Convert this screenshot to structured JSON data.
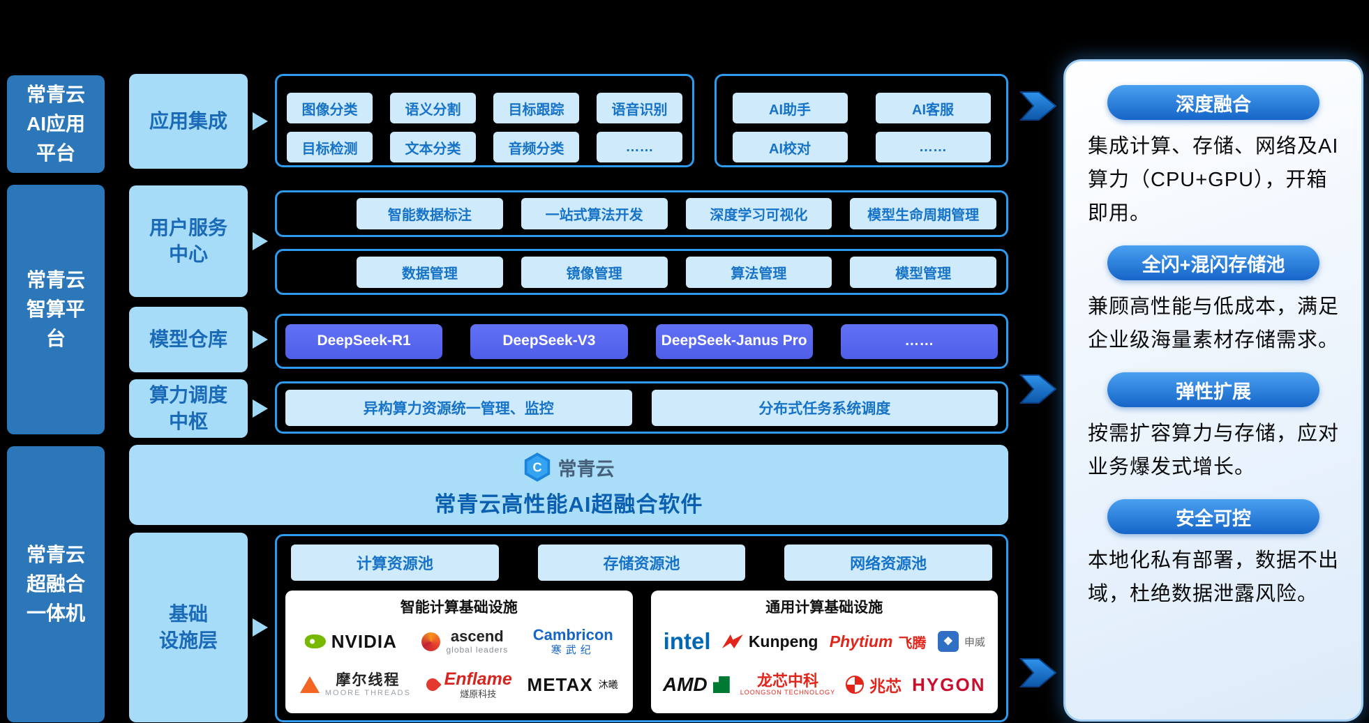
{
  "colors": {
    "background": "#000000",
    "platform_blue": "#2b77ba",
    "layer_light_blue": "#a6dcf8",
    "frame_border_blue": "#2e9bee",
    "chip_bg": "#cfeafb",
    "chip_text": "#1673c8",
    "model_chip_bg": "#5566ee",
    "pill_gradient_blue": "#1565c8",
    "nvidia_green": "#76b900",
    "vendor_red": "#e1251b",
    "intel_blue": "#0068b5"
  },
  "left_column": {
    "items": [
      {
        "label": "常青云\nAI应用\n平台"
      },
      {
        "label": "常青云\n智算平\n台"
      },
      {
        "label": "常青云\n超融合\n一体机"
      }
    ]
  },
  "layers": {
    "app_integration": "应用集成",
    "user_service": "用户服务\n中心",
    "model_repo": "模型仓库",
    "compute_hub": "算力调度\n中枢",
    "infrastructure": "基础\n设施层"
  },
  "app_integration": {
    "left_group": {
      "row1": [
        "图像分类",
        "语义分割",
        "目标跟踪",
        "语音识别"
      ],
      "row2": [
        "目标检测",
        "文本分类",
        "音频分类",
        "……"
      ]
    },
    "right_group": {
      "row1": [
        "AI助手",
        "AI客服"
      ],
      "row2": [
        "AI校对",
        "……"
      ]
    }
  },
  "user_service": {
    "dev_tools": [
      "智能数据标注",
      "一站式算法开发",
      "深度学习可视化",
      "模型生命周期管理"
    ],
    "management": [
      "数据管理",
      "镜像管理",
      "算法管理",
      "模型管理"
    ]
  },
  "model_repo": {
    "models": [
      "DeepSeek-R1",
      "DeepSeek-V3",
      "DeepSeek-Janus Pro",
      "……"
    ]
  },
  "compute_hub": {
    "items": [
      "异构算力资源统一管理、监控",
      "分布式任务系统调度"
    ]
  },
  "software": {
    "brand": "常青云",
    "title": "常青云高性能AI超融合软件"
  },
  "infrastructure": {
    "pools": [
      "计算资源池",
      "存储资源池",
      "网络资源池"
    ],
    "intelligent_title": "智能计算基础设施",
    "general_title": "通用计算基础设施",
    "vendors": {
      "nvidia": {
        "name": "NVIDIA"
      },
      "ascend": {
        "name": "ascend",
        "sub": "global leaders"
      },
      "cambricon": {
        "name": "Cambricon",
        "sub": "寒武纪"
      },
      "moore_threads": {
        "name": "摩尔线程",
        "sub": "MOORE THREADS"
      },
      "enflame": {
        "name": "Enflame",
        "sub": "燧原科技"
      },
      "metax": {
        "name": "METAX",
        "sub": "沐曦"
      },
      "intel": {
        "name": "intel"
      },
      "kunpeng": {
        "name": "Kunpeng"
      },
      "phytium": {
        "name": "Phytium",
        "sub": "飞腾"
      },
      "sunway": {
        "name": "申威"
      },
      "amd": {
        "name": "AMD"
      },
      "loongson": {
        "name": "龙芯中科",
        "sub": "LOONGSON TECHNOLOGY"
      },
      "zhaoxin": {
        "name": "兆芯"
      },
      "hygon": {
        "name": "HYGON"
      }
    }
  },
  "right_panel": {
    "sections": [
      {
        "title": "深度融合",
        "body": "集成计算、存储、网络及AI算力（CPU+GPU），开箱即用。"
      },
      {
        "title": "全闪+混闪存储池",
        "body": "兼顾高性能与低成本，满足企业级海量素材存储需求。"
      },
      {
        "title": "弹性扩展",
        "body": "按需扩容算力与存储，应对业务爆发式增长。"
      },
      {
        "title": "安全可控",
        "body": "本地化私有部署，数据不出域，杜绝数据泄露风险。"
      }
    ]
  }
}
